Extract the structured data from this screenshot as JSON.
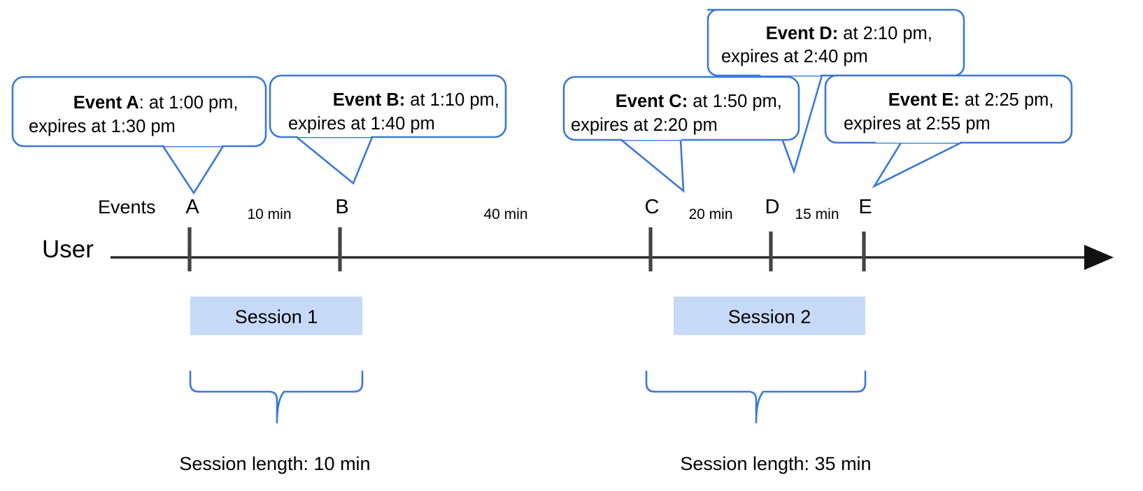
{
  "diagram": {
    "title_row_label": "Events",
    "actor_label": "User",
    "callouts": [
      {
        "id": "A",
        "bold": "Event A",
        "rest": ": at 1:00 pm,",
        "line2": "expires at 1:30 pm",
        "event_time": "1:00 pm",
        "expires_at": "1:30 pm"
      },
      {
        "id": "B",
        "bold": "Event B:",
        "rest": " at 1:10 pm,",
        "line2": "expires at 1:40 pm",
        "event_time": "1:10 pm",
        "expires_at": "1:40 pm"
      },
      {
        "id": "C",
        "bold": "Event C:",
        "rest": " at 1:50 pm,",
        "line2": "expires at 2:20 pm",
        "event_time": "1:50 pm",
        "expires_at": "2:20 pm"
      },
      {
        "id": "D",
        "bold": "Event D:",
        "rest": " at 2:10 pm,",
        "line2": "expires at 2:40 pm",
        "event_time": "2:10 pm",
        "expires_at": "2:40 pm"
      },
      {
        "id": "E",
        "bold": "Event E:",
        "rest": " at 2:25 pm,",
        "line2": "expires at 2:55 pm",
        "event_time": "2:25 pm",
        "expires_at": "2:55 pm"
      }
    ],
    "markers": [
      {
        "label": "A"
      },
      {
        "label": "B"
      },
      {
        "label": "C"
      },
      {
        "label": "D"
      },
      {
        "label": "E"
      }
    ],
    "intervals": [
      {
        "label": "10 min",
        "from": "A",
        "to": "B"
      },
      {
        "label": "40 min",
        "from": "B",
        "to": "C"
      },
      {
        "label": "20 min",
        "from": "C",
        "to": "D"
      },
      {
        "label": "15 min",
        "from": "D",
        "to": "E"
      }
    ],
    "sessions": [
      {
        "label": "Session 1",
        "length_label": "Session length: 10 min"
      },
      {
        "label": "Session 2",
        "length_label": "Session length: 35 min"
      }
    ],
    "colors": {
      "callout_stroke": "#3c78d8",
      "session_fill": "#c6d9f7",
      "axis": "#2b2b2b",
      "tick": "#434343",
      "text": "#000000",
      "background": "#ffffff"
    }
  }
}
